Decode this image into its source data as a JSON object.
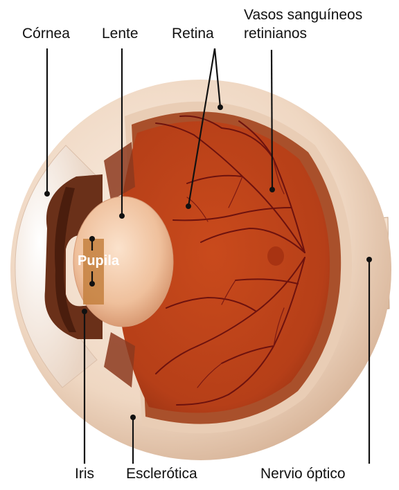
{
  "labels": {
    "cornea": "Córnea",
    "lens": "Lente",
    "retina": "Retina",
    "vessels_line1": "Vasos sanguíneos",
    "vessels_line2": "retinianos",
    "pupil": "Pupila",
    "iris": "Iris",
    "sclera": "Esclerótica",
    "optic_nerve": "Nervio óptico"
  },
  "colors": {
    "sclera": "#f1dccb",
    "choroid": "#b0552e",
    "retina_interior": "#c2481d",
    "iris": "#6a3019",
    "lens": "#f0c6a5",
    "vessel": "#6d120e",
    "leader_line": "#111111"
  }
}
